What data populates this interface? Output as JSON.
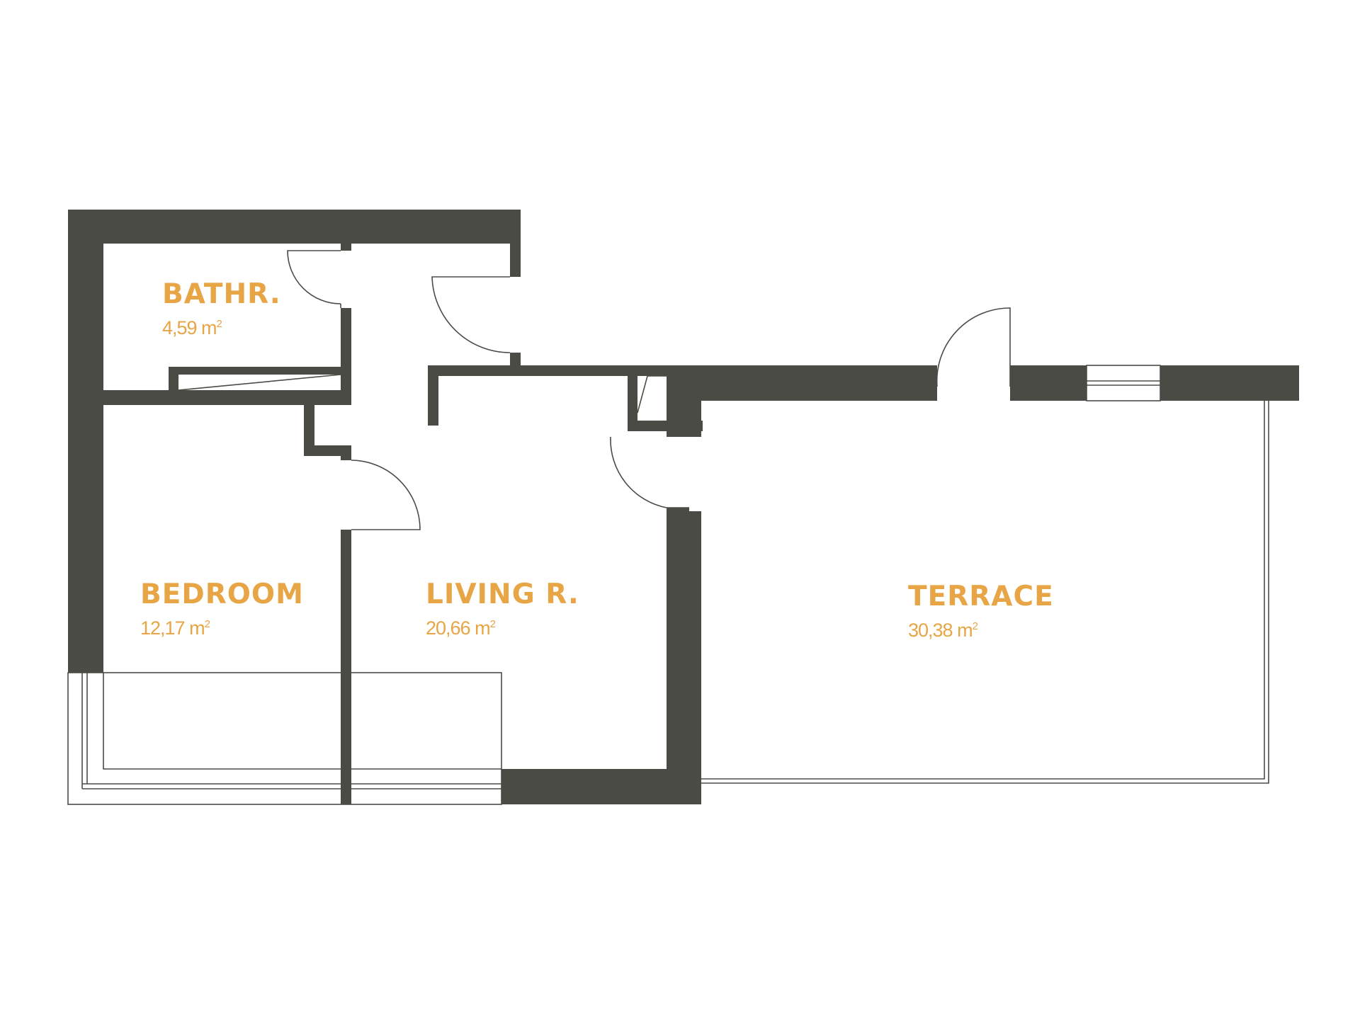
{
  "colors": {
    "wall": "#4b4b46",
    "label": "#e8a545",
    "background": "#ffffff"
  },
  "rooms": [
    {
      "id": "bathroom",
      "name": "BATHR.",
      "area": "4,59 m",
      "unit_sup": "2"
    },
    {
      "id": "bedroom",
      "name": "BEDROOM",
      "area": "12,17 m",
      "unit_sup": "2"
    },
    {
      "id": "living-room",
      "name": "LIVING R.",
      "area": "20,66 m",
      "unit_sup": "2"
    },
    {
      "id": "terrace",
      "name": "TERRACE",
      "area": "30,38 m",
      "unit_sup": "2"
    }
  ]
}
